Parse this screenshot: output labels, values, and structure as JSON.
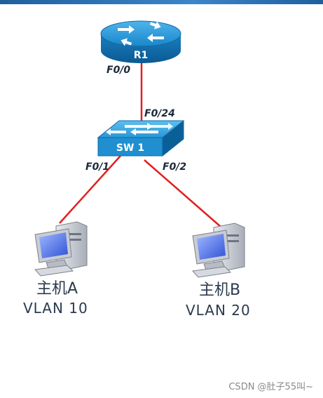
{
  "router": {
    "label": "R1",
    "port": "F0/0"
  },
  "switch": {
    "label": "SW 1",
    "uplink_port": "F0/24",
    "port_a": "F0/1",
    "port_b": "F0/2"
  },
  "hosts": [
    {
      "name": "主机A",
      "vlan": "VLAN 10"
    },
    {
      "name": "主机B",
      "vlan": "VLAN 20"
    }
  ],
  "watermark": "CSDN @肚子55叫~",
  "colors": {
    "link": "#e02020",
    "device_blue": "#1f8fd0",
    "device_dark": "#0b5f97",
    "text": "#2b3a4e"
  }
}
